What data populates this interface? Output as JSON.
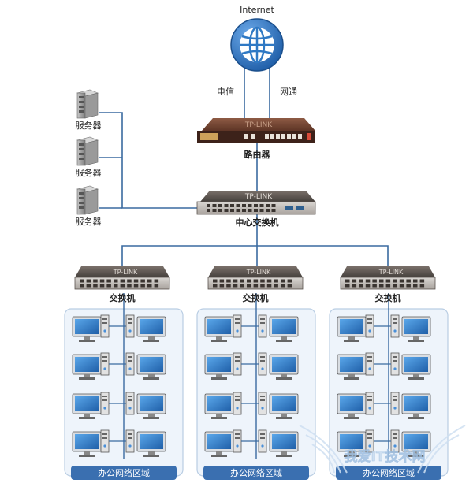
{
  "colors": {
    "link": "#3a6aa0",
    "internet_blue": "#2f79c4",
    "router_body": "#7a4a38",
    "switch_body": "#5c5450",
    "zone_fill": "#eef4fb",
    "zone_border": "#b9cde3",
    "zone_title_bar": "#3a6fb0",
    "watermark": "#d4e3f3"
  },
  "internet": {
    "label": "Internet",
    "icon": "globe-icon"
  },
  "isp": {
    "left": "电信",
    "right": "网通"
  },
  "router": {
    "label": "路由器",
    "brand": "TP-LINK",
    "icon": "router-icon"
  },
  "core_switch": {
    "label": "中心交换机",
    "brand": "TP-LINK",
    "icon": "switch-icon"
  },
  "servers": [
    {
      "label": "服务器",
      "icon": "server-icon"
    },
    {
      "label": "服务器",
      "icon": "server-icon"
    },
    {
      "label": "服务器",
      "icon": "server-icon"
    }
  ],
  "access_switches": [
    {
      "label": "交换机",
      "brand": "TP-LINK"
    },
    {
      "label": "交换机",
      "brand": "TP-LINK"
    },
    {
      "label": "交换机",
      "brand": "TP-LINK"
    }
  ],
  "office_zones": [
    {
      "title": "办公网络区域"
    },
    {
      "title": "办公网络区域"
    },
    {
      "title": "办公网络区域"
    }
  ],
  "workstation": {
    "icon": "desktop-pc-icon"
  },
  "watermark": {
    "text": "我爱IT技术网"
  }
}
